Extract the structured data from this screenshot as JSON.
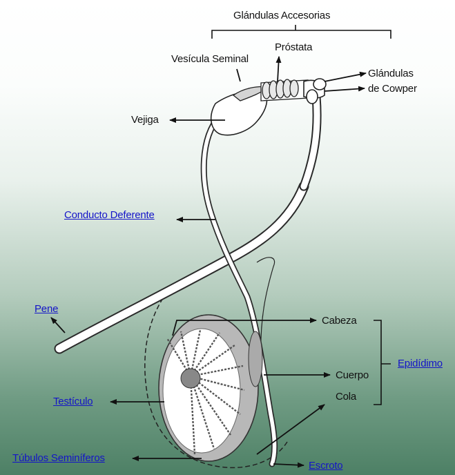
{
  "header": {
    "title": "Glándulas Accesorias"
  },
  "labels": {
    "vesicula_seminal": "Vesícula Seminal",
    "prostata": "Próstata",
    "glandulas_de": "Glándulas",
    "de_cowper": "de Cowper",
    "vejiga": "Vejiga",
    "cabeza": "Cabeza",
    "cuerpo": "Cuerpo",
    "cola": "Cola"
  },
  "links": {
    "conducto_deferente": "Conducto Deferente",
    "pene": "Pene",
    "testiculo": "Testículo",
    "tubulos_seminiferos": "Túbulos Seminíferos",
    "escroto": "Escroto",
    "epididimo": "Epidídimo"
  },
  "colors": {
    "link": "#1414c8",
    "text": "#111111",
    "background_top": "#ffffff",
    "background_bottom": "#4d8065"
  }
}
